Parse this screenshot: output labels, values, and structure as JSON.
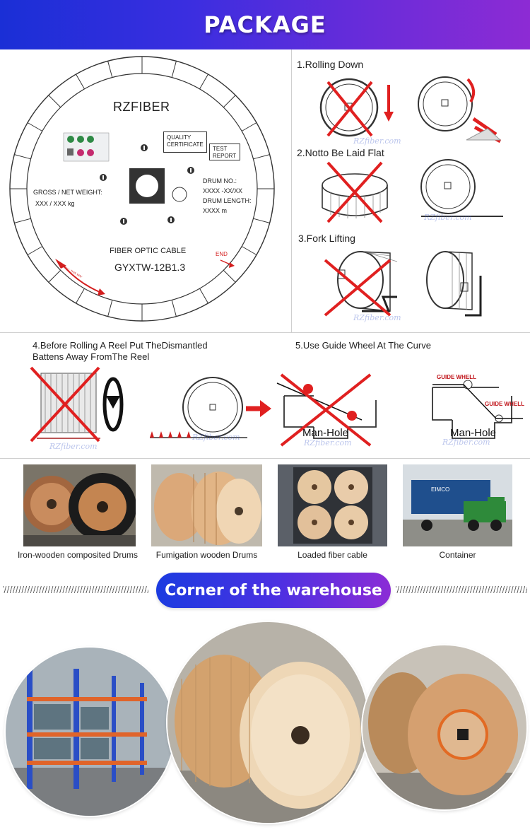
{
  "header": {
    "title": "PACKAGE"
  },
  "drum_label": {
    "brand": "RZFIBER",
    "quality_certificate": "QUALITY CERTIFICATE",
    "test_report": "TEST REPORT",
    "gross_net_weight_label": "GROSS / NET WEIGHT:",
    "gross_net_weight_value": "XXX / XXX kg",
    "drum_no_label": "DRUM NO.:",
    "drum_no_value": "XXXX   -XX/XX",
    "drum_length_label": "DRUM LENGTH:",
    "drum_length_value": "XXXX m",
    "cable_type": "FIBER OPTIC CABLE",
    "cable_model": "GYXTW-12B1.3",
    "end_label": "END",
    "roll_hint": "ROLL THIS WAY"
  },
  "instructions": {
    "step1": "1.Rolling Down",
    "step2": "2.Notto Be Laid Flat",
    "step3": "3.Fork Lifting",
    "step4": "4.Before Rolling A Reel Put TheDismantled Battens Away FromThe Reel",
    "step5": "5.Use Guide Wheel At The Curve",
    "manhole_left": "Man-Hole",
    "manhole_right": "Man-Hole",
    "guide_wheel_top": "GUIDE WHELL",
    "guide_wheel_mid": "GUIDE WHELL",
    "watermark": "RZfiber.com"
  },
  "photos": [
    {
      "caption": "Iron-wooden composited Drums"
    },
    {
      "caption": "Fumigation wooden Drums"
    },
    {
      "caption": "Loaded fiber cable"
    },
    {
      "caption": "Container"
    }
  ],
  "container_text": "EIMCO",
  "warehouse": {
    "title": "Corner of the warehouse"
  },
  "colors": {
    "banner_start": "#1a2fd6",
    "banner_end": "#8d2bd4",
    "warning_red": "#d31e1e",
    "wood": "#d9a877"
  },
  "icons": [
    "warning-cross-icon",
    "arrow-right-icon",
    "rotate-arrow-icon",
    "guide-wheel-icon"
  ]
}
